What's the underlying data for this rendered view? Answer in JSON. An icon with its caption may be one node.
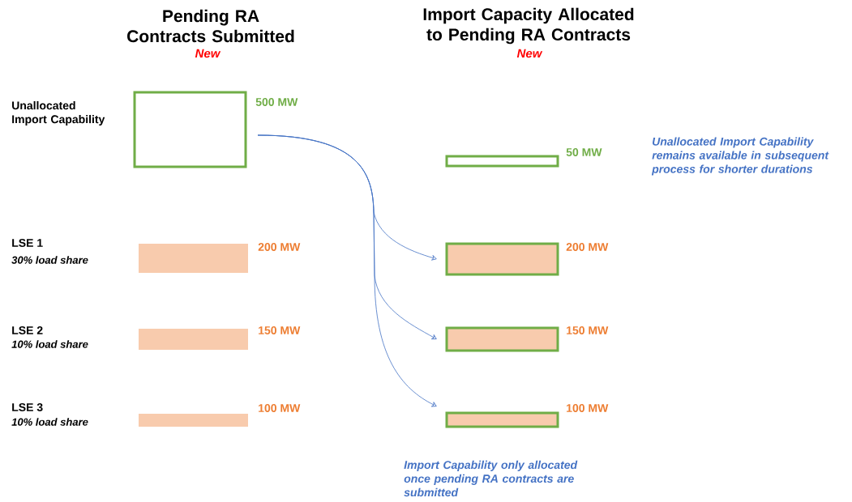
{
  "diagram": {
    "nodes": [
      {
        "text": [],
        "shape": "box",
        "beside": [
          "Unallocated Import Capability",
          "500 MW"
        ]
      },
      {
        "text": [],
        "shape": "bar",
        "beside": [
          "LSE 1",
          "30% load share",
          "200 MW"
        ]
      },
      {
        "text": [],
        "shape": "bar",
        "beside": [
          "LSE 2",
          "10% load share",
          "150 MW"
        ]
      },
      {
        "text": [],
        "shape": "bar",
        "beside": [
          "LSE 3",
          "10% load share",
          "100 MW"
        ]
      },
      {
        "text": [],
        "shape": "box",
        "beside": [
          "50 MW"
        ]
      },
      {
        "text": [],
        "shape": "box",
        "beside": [
          "200 MW"
        ]
      },
      {
        "text": [],
        "shape": "box",
        "beside": [
          "150 MW"
        ]
      },
      {
        "text": [],
        "shape": "box",
        "beside": [
          "100 MW"
        ]
      }
    ],
    "edges": [
      {
        "from": 0,
        "to": 5,
        "arrow": "to"
      },
      {
        "from": 0,
        "to": 6,
        "arrow": "to"
      },
      {
        "from": 0,
        "to": 7,
        "arrow": "to"
      }
    ],
    "labels": [
      "Pending RA Contracts Submitted",
      "New",
      "Import Capacity Allocated to Pending RA Contracts",
      "New",
      "Unallocated Import Capability remains available in subsequent process for shorter durations",
      "Import Capability only allocated once pending RA contracts are submitted"
    ]
  }
}
